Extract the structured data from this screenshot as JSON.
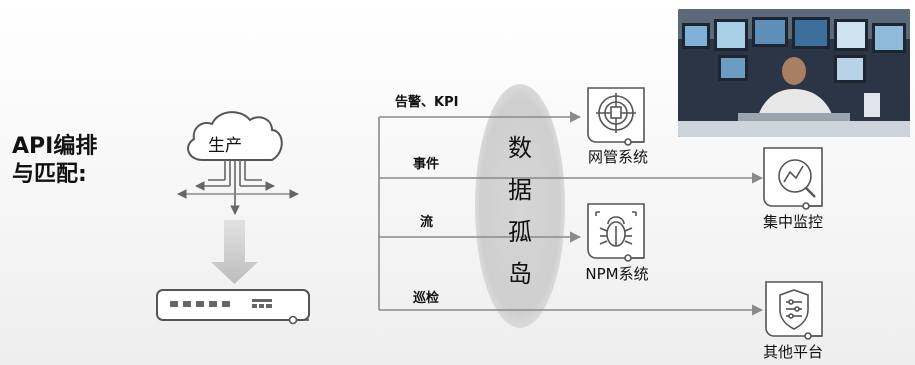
{
  "title_lines": [
    "API编排",
    "与匹配:"
  ],
  "source": {
    "cloud_label": "生产"
  },
  "island": {
    "chars": [
      "数",
      "据",
      "孤",
      "岛"
    ]
  },
  "edges": [
    "告警、KPI",
    "事件",
    "流",
    "巡检"
  ],
  "targets": [
    {
      "label": "网管系统",
      "icon": "network-management-icon"
    },
    {
      "label": "集中监控",
      "icon": "centralized-monitoring-icon"
    },
    {
      "label": "NPM系统",
      "icon": "npm-bug-icon"
    },
    {
      "label": "其他平台",
      "icon": "shield-filter-icon"
    }
  ],
  "photo": {
    "subject": "network operations center operator at multi-monitor desk",
    "icon": "control-room-photo"
  },
  "colors": {
    "line": "#8a8a8a",
    "island": "#cccccc",
    "arrow_down": "#c8c8c8",
    "photo_sky": "#2c3545",
    "photo_shirt": "#e8e8e8"
  }
}
